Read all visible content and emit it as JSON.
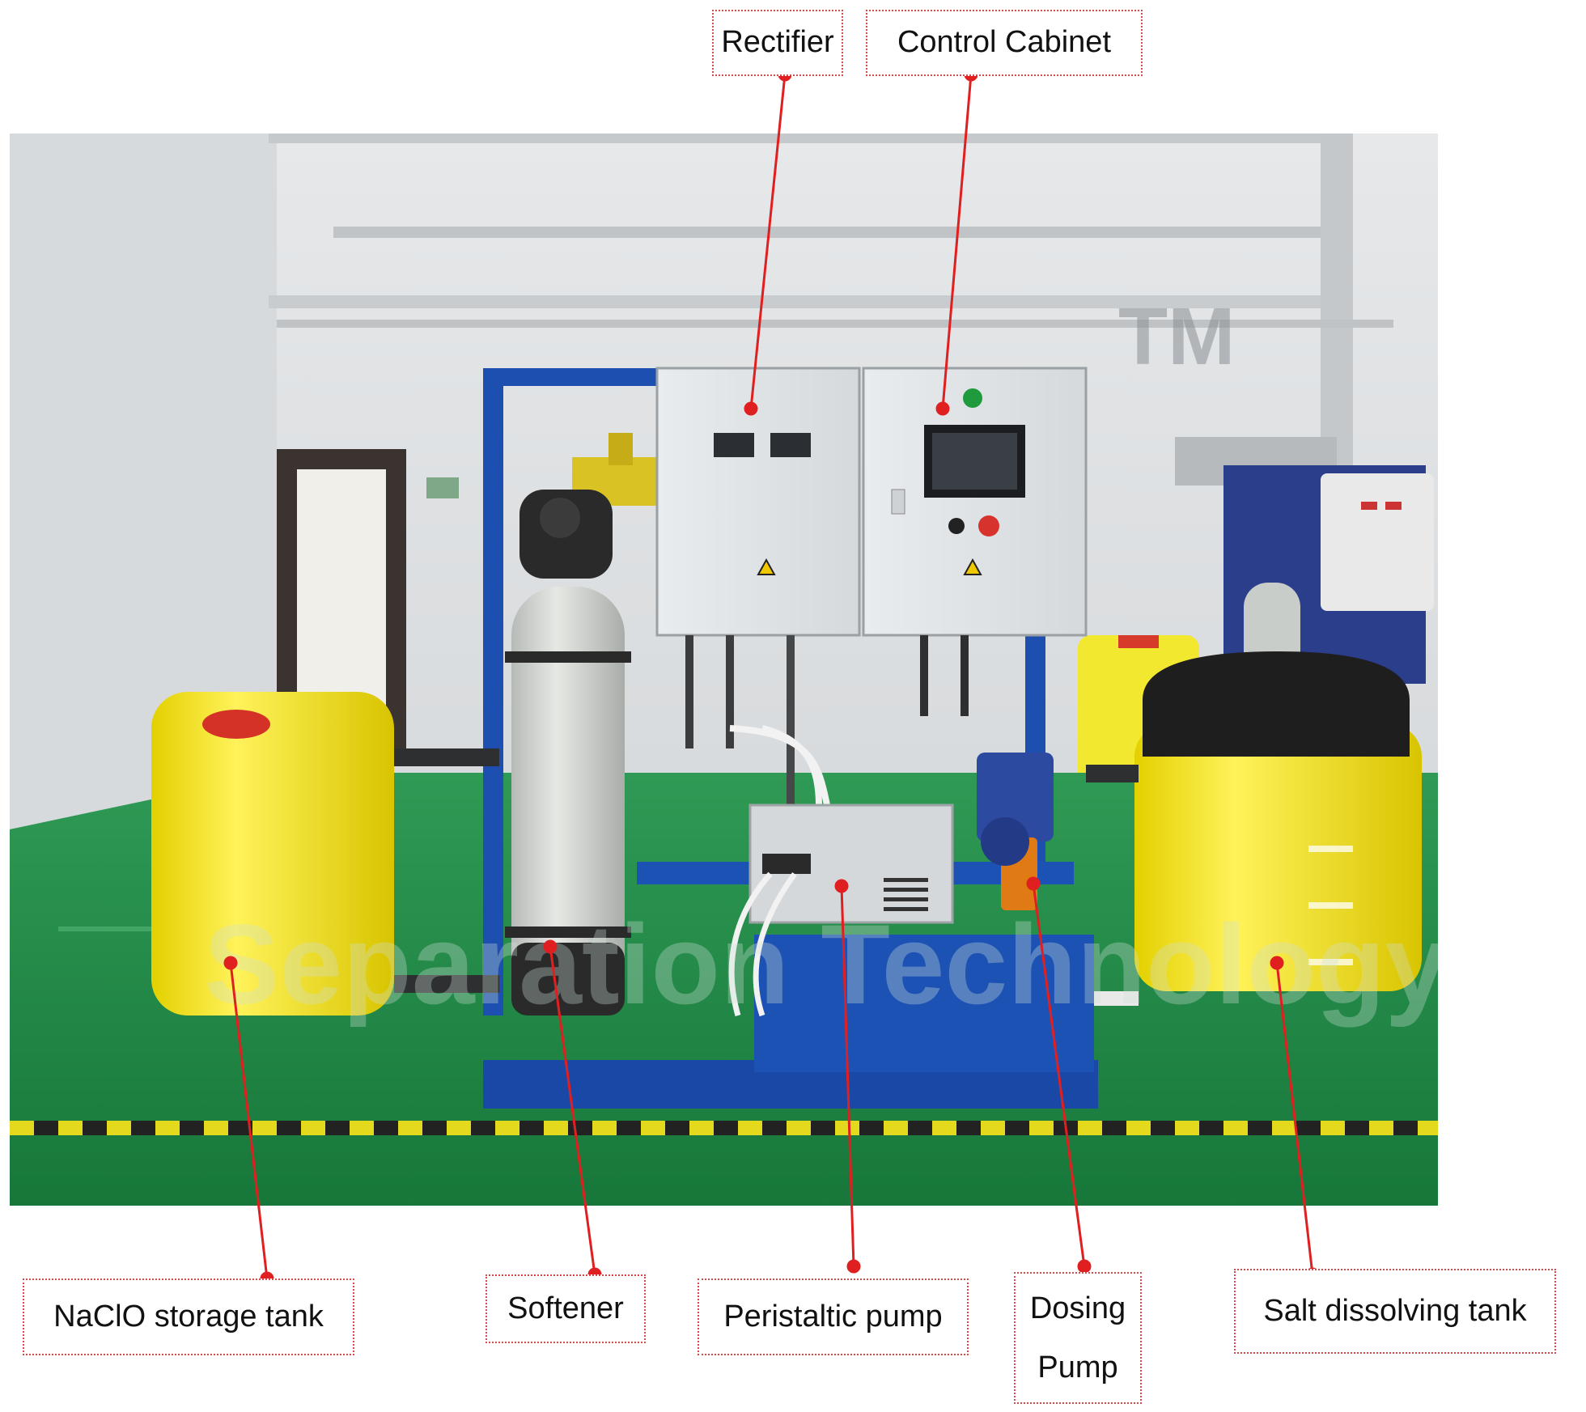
{
  "labels": {
    "rectifier": "Rectifier",
    "control_cabinet": "Control Cabinet",
    "nacio_tank": "NaClO storage tank",
    "softener": "Softener",
    "peristaltic_pump": "Peristaltic pump",
    "dosing_pump_line1": "Dosing",
    "dosing_pump_line2": "Pump",
    "salt_tank": "Salt dissolving tank"
  },
  "watermark": {
    "trademark": "TM",
    "company": "Separation Technology"
  },
  "colors": {
    "leader_line": "#e02020",
    "label_border": "#d44a4a",
    "floor_green": "#1f8f3f",
    "equipment_blue": "#1c4fb0",
    "tank_yellow": "#f6e623"
  }
}
